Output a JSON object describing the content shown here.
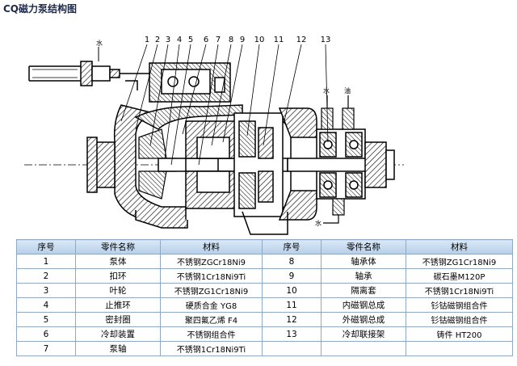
{
  "title": "CQ磁力泵结构图",
  "callouts": [
    "1",
    "2",
    "3",
    "4",
    "5",
    "6",
    "7",
    "8",
    "9",
    "10",
    "11",
    "12",
    "13"
  ],
  "labels": {
    "water_top_left": "水",
    "water_top_mid": "水",
    "oil_top": "油",
    "water_bottom": "水"
  },
  "table": {
    "headers": [
      "序号",
      "零件名称",
      "材料",
      "序号",
      "零件名称",
      "材料"
    ],
    "rows": [
      [
        "1",
        "泵体",
        "不锈钢ZGCr18Ni9",
        "8",
        "轴承体",
        "不锈钢ZG1Cr18Ni9"
      ],
      [
        "2",
        "扣环",
        "不锈钢1Cr18Ni9Ti",
        "9",
        "轴承",
        "碳石墨M120P"
      ],
      [
        "3",
        "叶轮",
        "不锈钢ZG1Cr18Ni9",
        "10",
        "隔离套",
        "不锈钢1Cr18Ni9Ti"
      ],
      [
        "4",
        "止推环",
        "硬质合金 YG8",
        "11",
        "内磁钢总成",
        "钐钴磁钢组合件"
      ],
      [
        "5",
        "密封圈",
        "聚四氟乙烯 F4",
        "12",
        "外磁钢总成",
        "钐钴磁钢组合件"
      ],
      [
        "6",
        "冷却装置",
        "不锈钢组合件",
        "13",
        "冷却联接架",
        "铸件 HT200"
      ],
      [
        "7",
        "泵轴",
        "不锈钢1Cr18Ni9Ti",
        "",
        "",
        ""
      ]
    ]
  }
}
